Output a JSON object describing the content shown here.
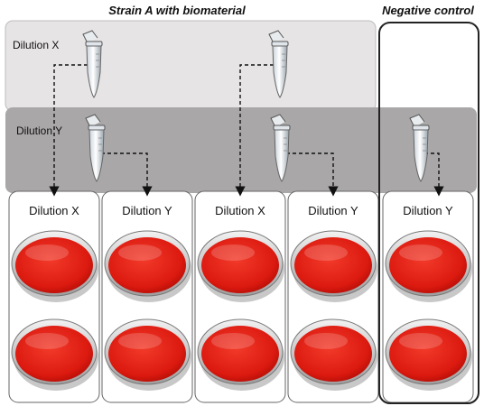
{
  "headers": {
    "strain": "Strain A with biomaterial",
    "negative": "Negative control"
  },
  "bands": {
    "x": "Dilution X",
    "y": "Dilution Y"
  },
  "columns": [
    {
      "label": "Dilution X",
      "group": "strain"
    },
    {
      "label": "Dilution Y",
      "group": "strain"
    },
    {
      "label": "Dilution X",
      "group": "strain"
    },
    {
      "label": "Dilution Y",
      "group": "strain"
    },
    {
      "label": "Dilution Y",
      "group": "negative"
    }
  ],
  "colors": {
    "band_x": "#e6e4e4",
    "band_y": "#a9a7a7",
    "plate_red": "#e01a10",
    "plate_dark": "#b30d05"
  }
}
